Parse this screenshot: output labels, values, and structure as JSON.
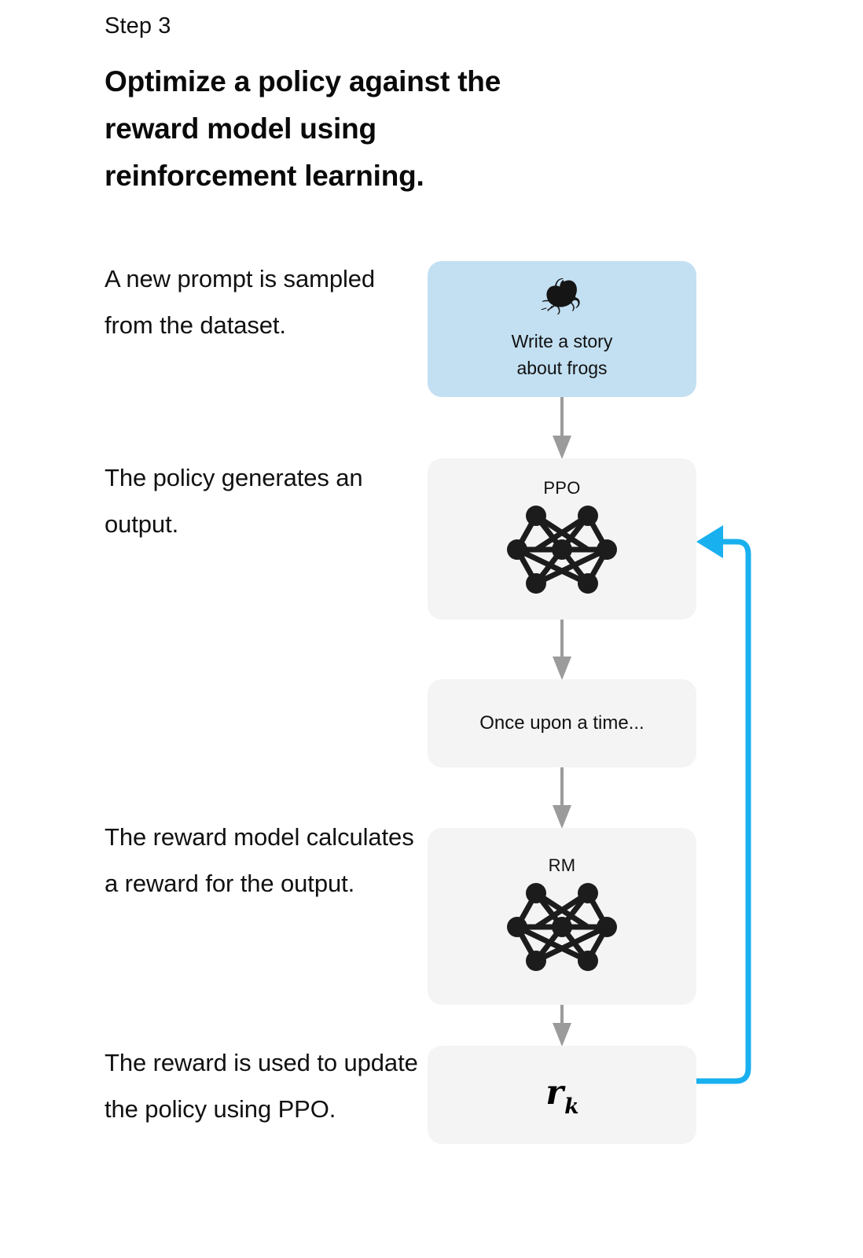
{
  "step": {
    "label": "Step 3",
    "headline": "Optimize a policy against the reward model using reinforcement learning."
  },
  "notes": [
    {
      "id": "prompt-note",
      "text": "A new prompt is sampled from the dataset."
    },
    {
      "id": "policy-note",
      "text": "The policy generates an output."
    },
    {
      "id": "reward-model-note",
      "text": "The reward model calculates a reward for the output."
    },
    {
      "id": "update-note",
      "text": "The reward is used to update the policy using PPO."
    }
  ],
  "flow": {
    "prompt_card": {
      "icon": "frog-icon",
      "text_line_1": "Write a story",
      "text_line_2": "about frogs",
      "background": "#c3e0f2"
    },
    "policy_card": {
      "label": "PPO",
      "icon": "neural-network-icon",
      "background": "#f4f4f4"
    },
    "output_card": {
      "text": "Once upon a time...",
      "background": "#f4f4f4"
    },
    "reward_model_card": {
      "label": "RM",
      "icon": "neural-network-icon",
      "background": "#f4f4f4"
    },
    "reward_card": {
      "symbol": "r",
      "subscript": "k",
      "background": "#f4f4f4"
    },
    "arrows": {
      "down_color": "#9b9b9b",
      "feedback_color": "#19b0ef",
      "feedback_name": "reward-feedback-arrow"
    }
  }
}
